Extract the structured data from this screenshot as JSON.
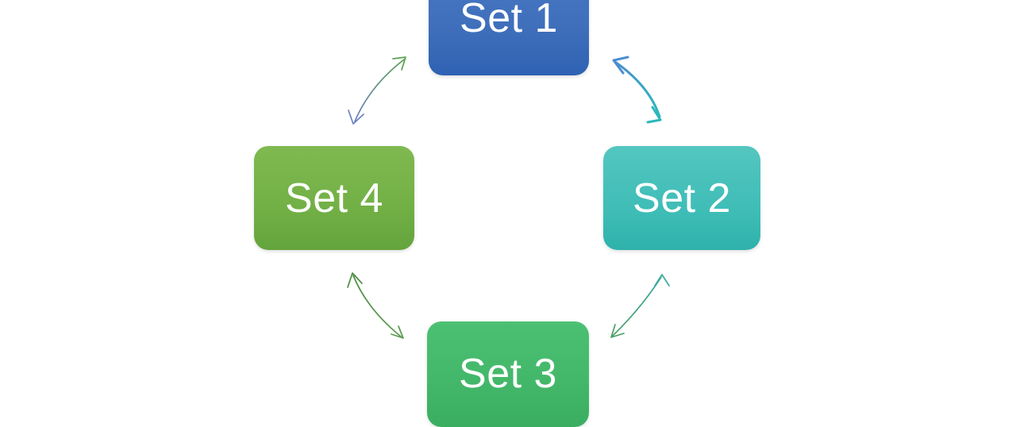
{
  "diagram": {
    "type": "cycle-diagram",
    "background_color": "#ffffff",
    "nodes": [
      {
        "id": "set1",
        "label": "Set 1",
        "position": "top",
        "color": "#3f6fbb",
        "color_top": "#4878c4",
        "color_bottom": "#2f62b3",
        "text_color": "#ffffff"
      },
      {
        "id": "set2",
        "label": "Set 2",
        "position": "right",
        "color": "#40bdb7",
        "color_top": "#54c6c0",
        "color_bottom": "#2fb1ab",
        "text_color": "#ffffff"
      },
      {
        "id": "set3",
        "label": "Set 3",
        "position": "bottom",
        "color": "#44b86a",
        "color_top": "#4cc072",
        "color_bottom": "#3aad60",
        "text_color": "#ffffff"
      },
      {
        "id": "set4",
        "label": "Set 4",
        "position": "left",
        "color": "#72b046",
        "color_top": "#7fb950",
        "color_bottom": "#64a43c",
        "text_color": "#ffffff"
      }
    ],
    "connectors": [
      {
        "id": "set1-set2",
        "from": "set1",
        "to": "set2",
        "style": "curved double-headed arrow",
        "double_headed": true,
        "stroke_width": 3,
        "color_start": "#4a8ed0",
        "color_end": "#29b8bd"
      },
      {
        "id": "set2-set3",
        "from": "set2",
        "to": "set3",
        "style": "curved double-headed arrow",
        "double_headed": true,
        "stroke_width": 1.6,
        "color_start": "#3aa99f",
        "color_end": "#4a9e63"
      },
      {
        "id": "set3-set4",
        "from": "set3",
        "to": "set4",
        "style": "curved double-headed arrow",
        "double_headed": true,
        "stroke_width": 1.6,
        "color_start": "#5a9a4e",
        "color_end": "#4f8f46"
      },
      {
        "id": "set4-set1",
        "from": "set4",
        "to": "set1",
        "style": "curved double-headed arrow",
        "double_headed": true,
        "stroke_width": 1.6,
        "color_start": "#6b7fc4",
        "color_end": "#5aa152"
      }
    ]
  }
}
